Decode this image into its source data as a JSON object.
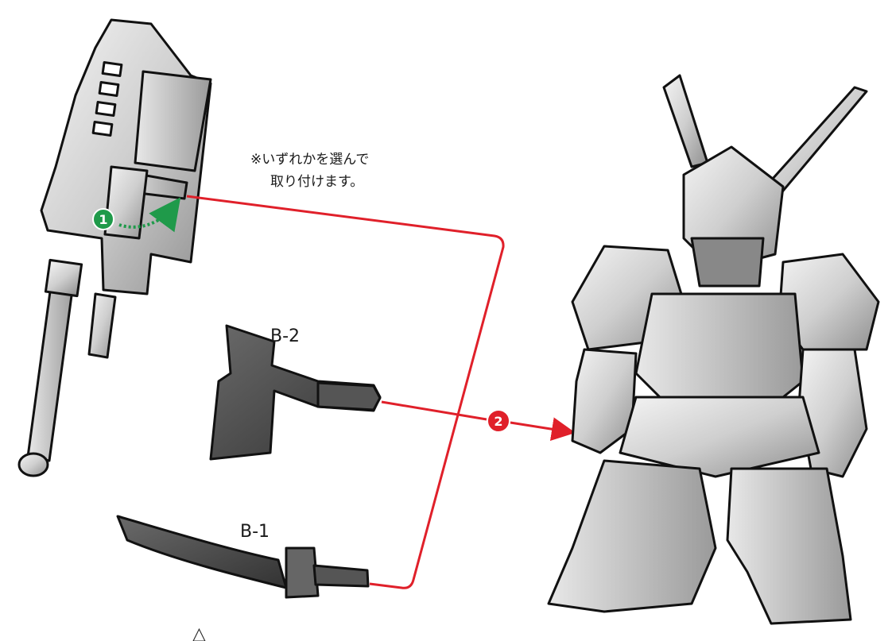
{
  "note": {
    "line1": "※いずれかを選んで",
    "line2": "取り付けます。"
  },
  "labels": {
    "axe": "B-2",
    "sword": "B-1"
  },
  "steps": [
    {
      "number": "1",
      "color": "#1f9a4a"
    },
    {
      "number": "2",
      "color": "#e0202a"
    }
  ],
  "colors": {
    "guide_line": "#e0202a",
    "step1_arrow": "#1f9a4a",
    "weapon_fill": "#4a4a4a",
    "mech_fill": "#bdbdbd"
  },
  "footer_mark": "△"
}
